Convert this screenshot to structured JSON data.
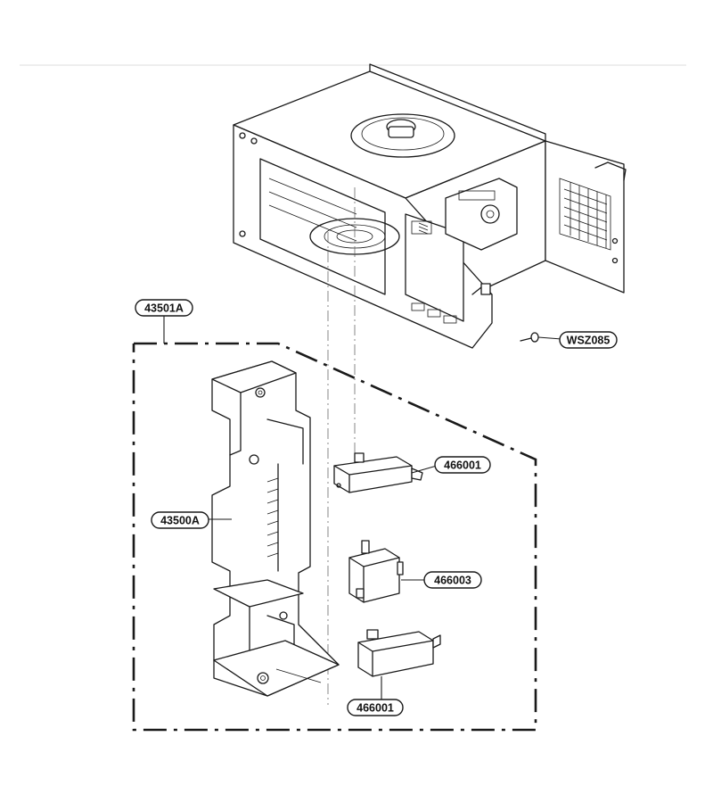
{
  "diagram": {
    "labels": {
      "bracket_assembly": "43501A",
      "screw": "WSZ085",
      "door_latch_holder": "43500A",
      "switch_upper": "466001",
      "switch_middle": "466003",
      "switch_lower": "466001"
    },
    "colors": {
      "line": "#1a1a1a",
      "background": "#ffffff"
    }
  }
}
